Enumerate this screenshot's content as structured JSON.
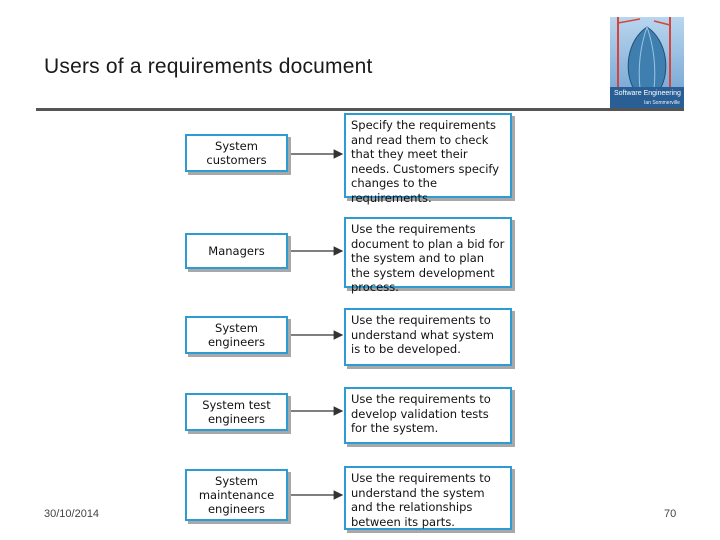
{
  "slide": {
    "title": "Users of a requirements document",
    "date": "30/10/2014",
    "page_number": "70"
  },
  "cover": {
    "label": "Software Engineering",
    "sub": "Ian Sommerville"
  },
  "diagram": {
    "rows": [
      {
        "user": "System\ncustomers",
        "use": "Specify the requirements and read them to check that they meet their needs. Customers specify changes to the requirements."
      },
      {
        "user": "Managers",
        "use": "Use the requirements document to plan a bid for the system and to plan the system development process."
      },
      {
        "user": "System\nengineers",
        "use": "Use the requirements to understand what system is to be developed."
      },
      {
        "user": "System test\nengineers",
        "use": "Use the requirements to develop validation tests for the system."
      },
      {
        "user": "System\nmaintenance\nengineers",
        "use": "Use the requirements to understand the system and the relationships between its parts."
      }
    ]
  },
  "colors": {
    "box_border": "#2f9bd3",
    "shadow": "#a8a8a8",
    "rule": "#555555"
  }
}
